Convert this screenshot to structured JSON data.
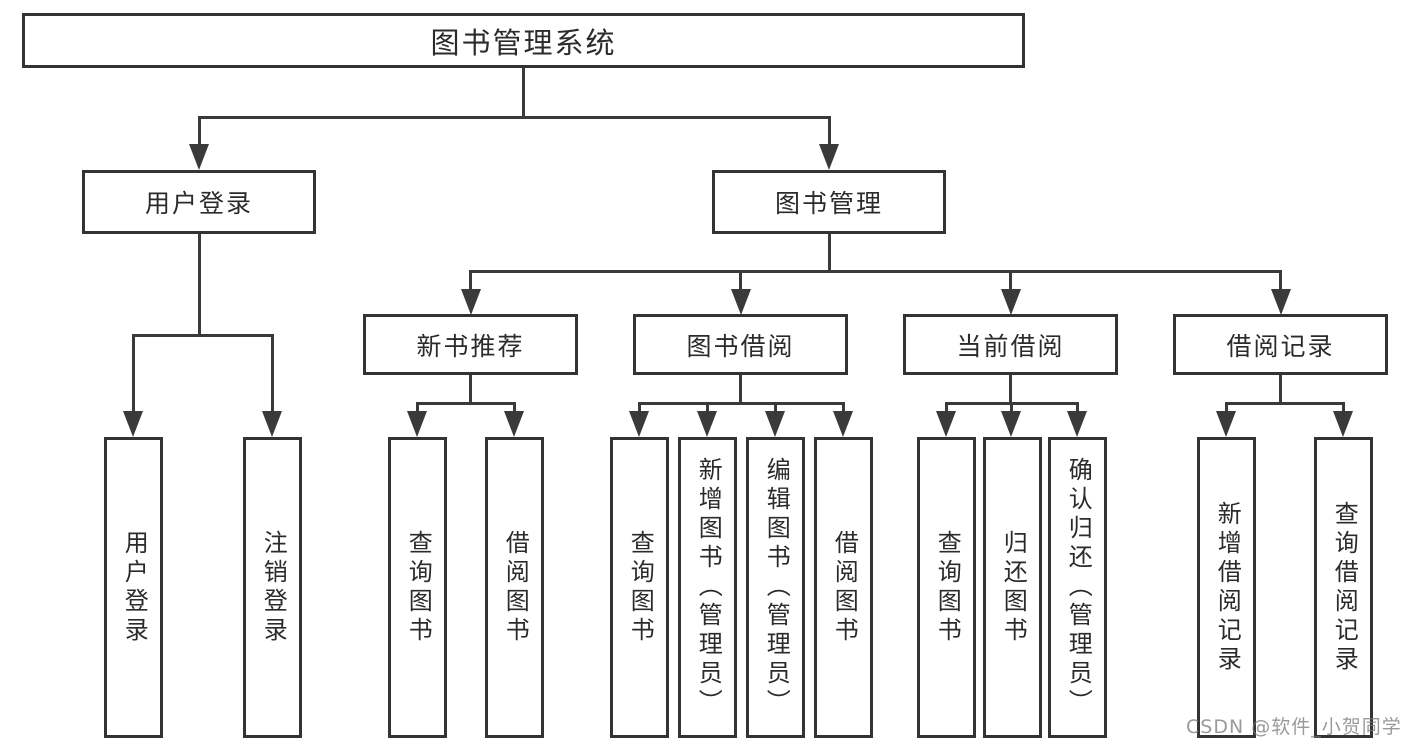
{
  "root": {
    "label": "图书管理系统"
  },
  "level2": {
    "user_login": {
      "label": "用户登录"
    },
    "book_management": {
      "label": "图书管理"
    }
  },
  "level3": {
    "new_book_recommend": {
      "label": "新书推荐"
    },
    "book_borrowing": {
      "label": "图书借阅"
    },
    "current_borrowing": {
      "label": "当前借阅"
    },
    "borrowing_records": {
      "label": "借阅记录"
    }
  },
  "leaves": {
    "user_login": [
      {
        "label": "用户登录"
      },
      {
        "label": "注销登录"
      }
    ],
    "new_book_recommend": [
      {
        "label": "查询图书"
      },
      {
        "label": "借阅图书"
      }
    ],
    "book_borrowing": [
      {
        "label": "查询图书"
      },
      {
        "label": "新增图书（管理员）"
      },
      {
        "label": "编辑图书（管理员）"
      },
      {
        "label": "借阅图书"
      }
    ],
    "current_borrowing": [
      {
        "label": "查询图书"
      },
      {
        "label": "归还图书"
      },
      {
        "label": "确认归还（管理员）"
      }
    ],
    "borrowing_records": [
      {
        "label": "新增借阅记录"
      },
      {
        "label": "查询借阅记录"
      }
    ]
  },
  "watermark": "CSDN @软件_小贺同学",
  "colors": {
    "line": "#3a3a3a",
    "box_border": "#333333",
    "text": "#2b2b2b",
    "watermark": "#787878",
    "background": "#ffffff"
  }
}
